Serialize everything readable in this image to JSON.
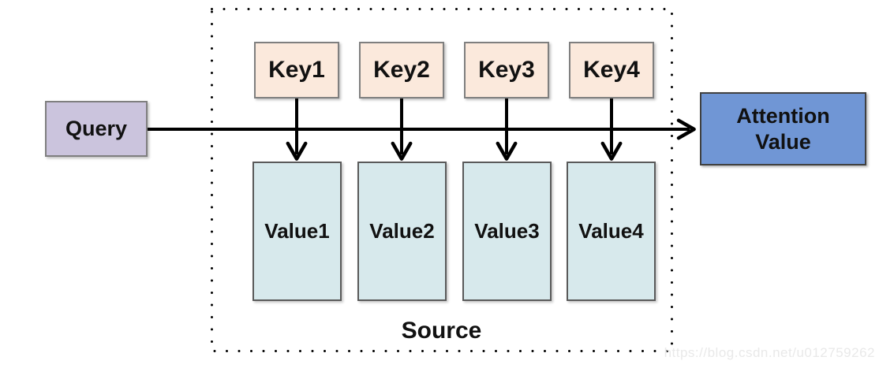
{
  "diagram": {
    "title_semantics": "attention mechanism query-key-value diagram",
    "query": {
      "label": "Query"
    },
    "keys": [
      {
        "label": "Key1"
      },
      {
        "label": "Key2"
      },
      {
        "label": "Key3"
      },
      {
        "label": "Key4"
      }
    ],
    "values": [
      {
        "label": "Value1"
      },
      {
        "label": "Value2"
      },
      {
        "label": "Value3"
      },
      {
        "label": "Value4"
      }
    ],
    "attention": {
      "line1": "Attention",
      "line2": "Value"
    },
    "source_label": "Source",
    "watermark": "https://blog.csdn.net/u012759262",
    "colors": {
      "query_fill": "#cbc4dd",
      "key_fill": "#fbe9dc",
      "value_fill": "#d7e9ec",
      "attention_fill": "#7096d5",
      "arrow": "#000000",
      "box_border_gray": "#7f7f7f",
      "watermark_text": "#e9e9e9"
    }
  }
}
